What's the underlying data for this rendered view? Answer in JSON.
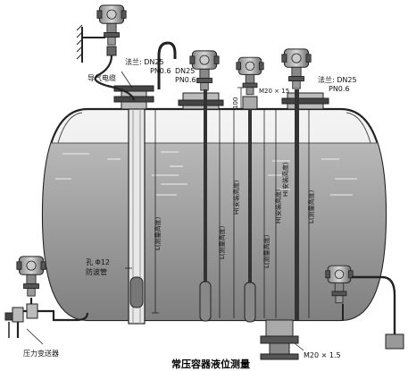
{
  "caption": "常压容器液位测量",
  "labels": {
    "flange_left_1": "法兰: DN25",
    "flange_left_2": "PN0.6",
    "flange_mid_1": "DN25",
    "flange_mid_2": "PN0.6",
    "flange_right_1": "法兰: DN25",
    "flange_right_2": "PN0.6",
    "vent_cable": "导气电缆",
    "dim_100": "100",
    "dim_m20_top": "M20 × 15",
    "hole": "孔 Φ12",
    "wave_tube": "防波管",
    "pressure_transmitter": "压力变送器",
    "bottom_thread": "M20 × 1.5",
    "rod_1": "L(测量高度)",
    "rod_2": "L(测量高度)",
    "rod_2b": "H(安装高度)",
    "rod_3": "L(测量高度)",
    "rod_3b": "H(安装高度)",
    "rod_4": "L(测量高度)",
    "rod_4b": "H(安装高度)"
  },
  "colors": {
    "liquid": "#9a9a9a",
    "metal": "#6e6e6e",
    "outline": "#222222"
  }
}
